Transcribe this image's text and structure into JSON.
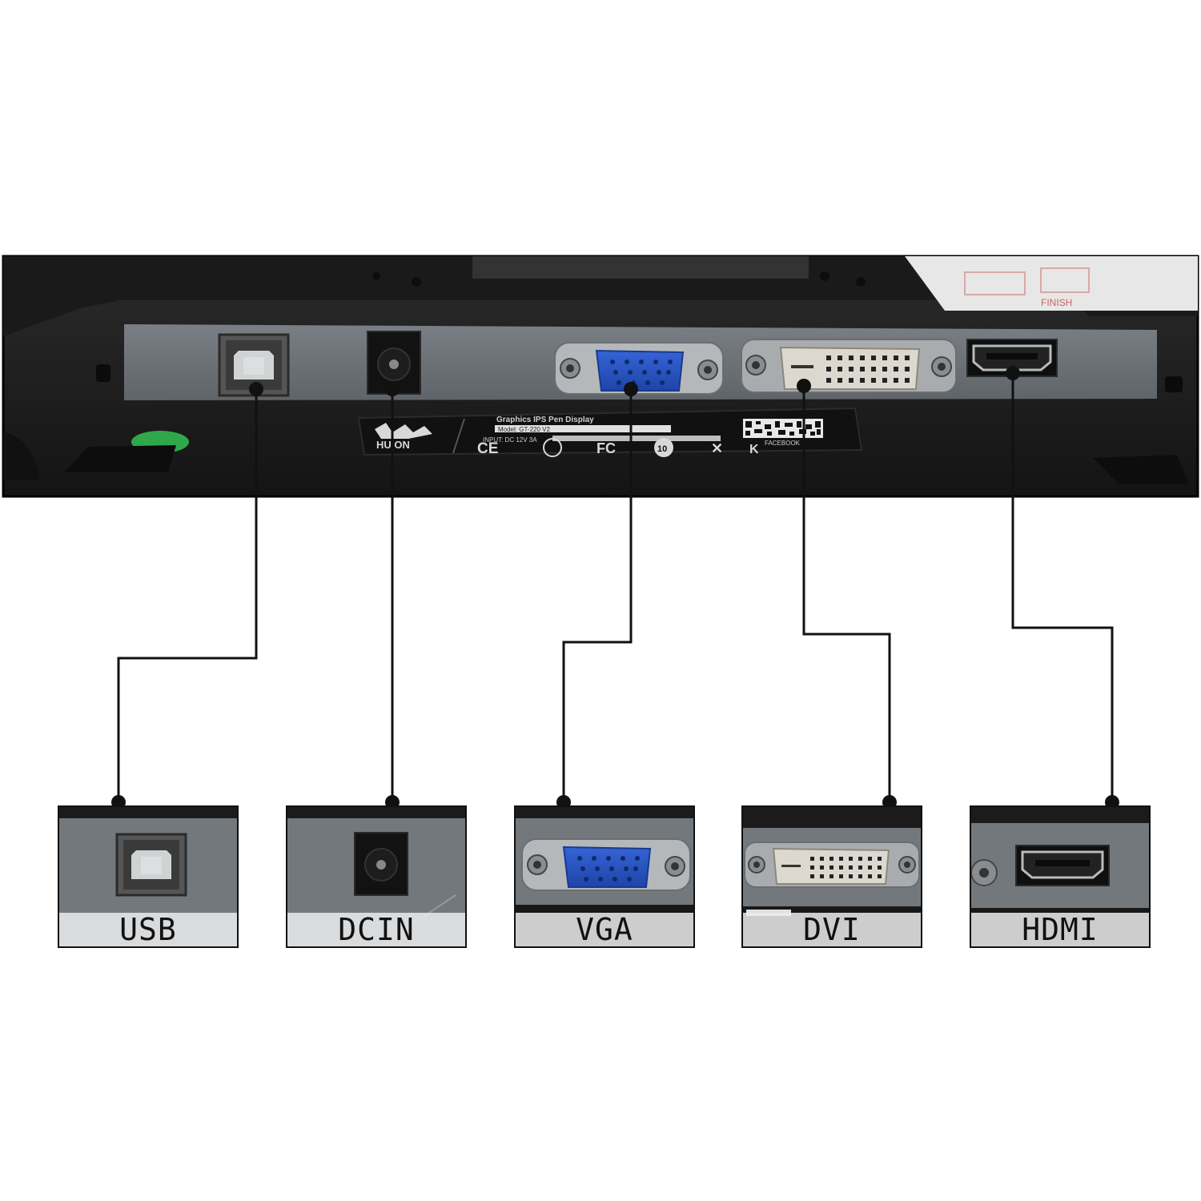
{
  "label_text": {
    "brand": "HUION",
    "product_line": "Graphics IPS Pen Display",
    "model_line": "Model: GT-220 V2",
    "input_line": "INPUT: DC 12V 3A",
    "qr_caption": "FACEBOOK",
    "finish_sticker": "FINISH"
  },
  "ports": [
    {
      "id": "usb",
      "label": "USB"
    },
    {
      "id": "dcin",
      "label": "DCIN"
    },
    {
      "id": "vga",
      "label": "VGA"
    },
    {
      "id": "dvi",
      "label": "DVI"
    },
    {
      "id": "hdmi",
      "label": "HDMI"
    }
  ],
  "colors": {
    "bezel": "#1f1f1f",
    "port_panel": "#6f747a",
    "vga_blue": "#2a55c4",
    "connector_line": "#111111",
    "label_bg": "#ebebeb"
  },
  "icons": [
    "ce-mark",
    "rohs-mark",
    "fc-mark",
    "recycle-10-mark",
    "weee-mark",
    "qr-code"
  ]
}
